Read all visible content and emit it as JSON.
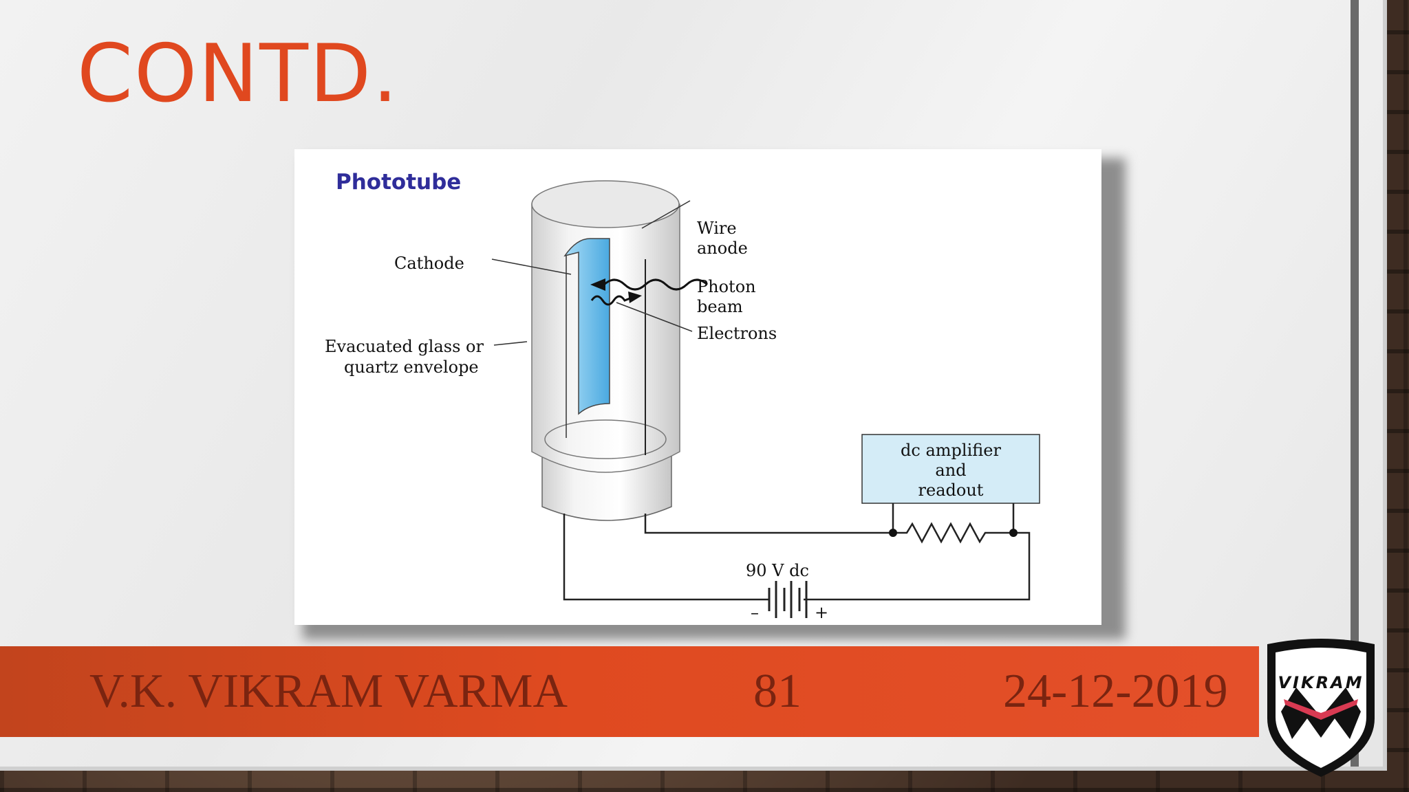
{
  "slide": {
    "title": "CONTD."
  },
  "figure": {
    "title": "Phototube",
    "labels": {
      "wire_anode_line1": "Wire",
      "wire_anode_line2": "anode",
      "cathode": "Cathode",
      "photon_beam_line1": "Photon",
      "photon_beam_line2": "beam",
      "electrons": "Electrons",
      "envelope_line1": "Evacuated glass or",
      "envelope_line2": "quartz envelope",
      "amplifier_line1": "dc amplifier",
      "amplifier_line2": "and",
      "amplifier_line3": "readout",
      "voltage": "90 V dc",
      "minus": "–",
      "plus": "+"
    }
  },
  "footer": {
    "author": "V.K. VIKRAM VARMA",
    "page_number": "81",
    "date": "24-12-2019"
  },
  "logo": {
    "text": "VIKRAM"
  },
  "colors": {
    "accent": "#e0481f",
    "footer_bar": "#df4a20",
    "footer_text": "#7a2410",
    "figure_title": "#2f2d9a",
    "cathode_fill": "#7cc6ee"
  }
}
